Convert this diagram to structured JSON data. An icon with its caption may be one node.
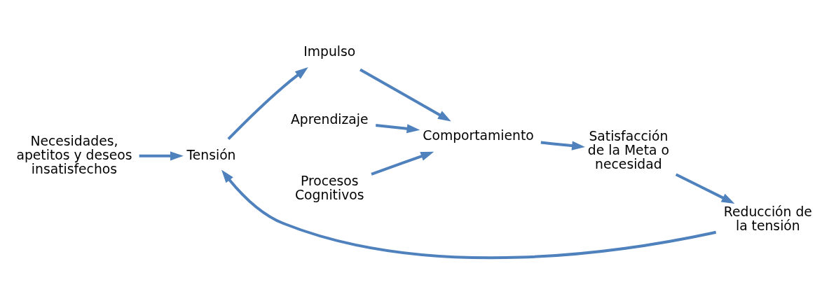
{
  "diagram": {
    "nodes": [
      {
        "text": [
          "Necesidades, apetitos y deseos insatisfechos"
        ]
      },
      {
        "text": [
          "Tensión"
        ]
      },
      {
        "text": [
          "Impulso"
        ]
      },
      {
        "text": [
          "Aprendizaje"
        ]
      },
      {
        "text": [
          "Procesos Cognitivos"
        ]
      },
      {
        "text": [
          "Comportamiento"
        ]
      },
      {
        "text": [
          "Satisfacción de la Meta o necesidad"
        ]
      },
      {
        "text": [
          "Reducción de la tensión"
        ]
      }
    ],
    "edges": [
      {
        "from": 0,
        "to": 1,
        "arrow": "to"
      },
      {
        "from": 1,
        "to": 2,
        "arrow": "to"
      },
      {
        "from": 2,
        "to": 5,
        "arrow": "to"
      },
      {
        "from": 3,
        "to": 5,
        "arrow": "to"
      },
      {
        "from": 4,
        "to": 5,
        "arrow": "to"
      },
      {
        "from": 5,
        "to": 6,
        "arrow": "to"
      },
      {
        "from": 6,
        "to": 7,
        "arrow": "to"
      },
      {
        "from": 7,
        "to": 1,
        "arrow": "to"
      }
    ]
  }
}
